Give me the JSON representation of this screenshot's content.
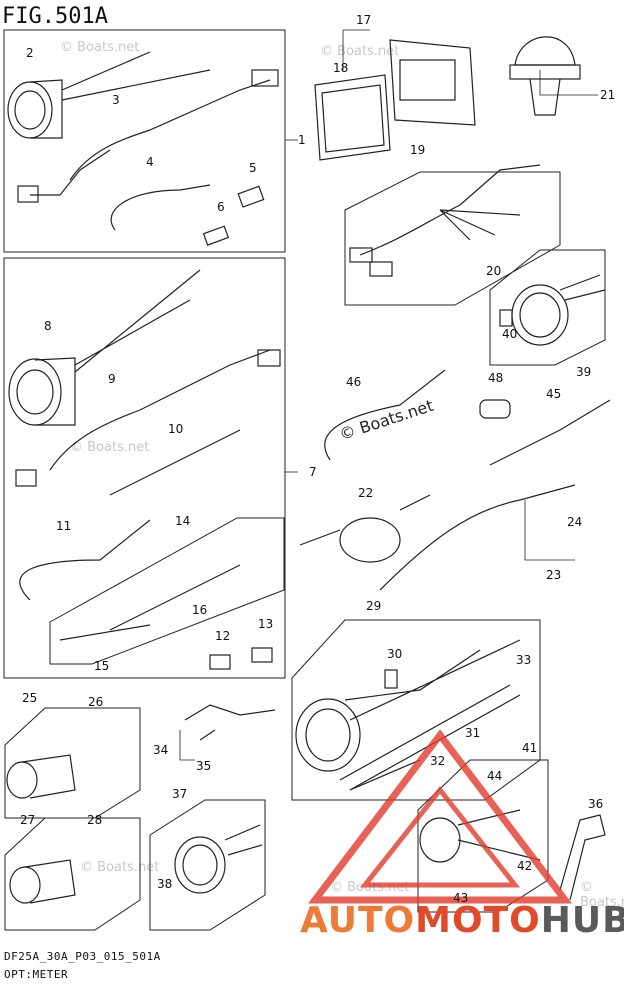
{
  "header": {
    "figure_title": "FIG.501A"
  },
  "footer": {
    "drawing_code": "DF25A_30A_P03_015_501A",
    "section": "OPT:METER"
  },
  "watermarks": {
    "small": "© Boats.net",
    "center": "© Boats.net"
  },
  "brand": {
    "part1": "AUTO",
    "part2": "MOTO",
    "part3": "HUB"
  },
  "callouts": {
    "c1": "1",
    "c2": "2",
    "c3": "3",
    "c4": "4",
    "c5": "5",
    "c6": "6",
    "c7": "7",
    "c8": "8",
    "c9": "9",
    "c10": "10",
    "c11": "11",
    "c12": "12",
    "c13": "13",
    "c14": "14",
    "c15": "15",
    "c16": "16",
    "c17": "17",
    "c18": "18",
    "c19": "19",
    "c20": "20",
    "c21": "21",
    "c22": "22",
    "c23": "23",
    "c24": "24",
    "c25": "25",
    "c26": "26",
    "c27": "27",
    "c28": "28",
    "c29": "29",
    "c30": "30",
    "c31": "31",
    "c32": "32",
    "c33": "33",
    "c34": "34",
    "c35": "35",
    "c36": "36",
    "c37": "37",
    "c38": "38",
    "c39": "39",
    "c40": "40",
    "c41": "41",
    "c42": "42",
    "c43": "43",
    "c44": "44",
    "c45": "45",
    "c46": "46",
    "c48": "48"
  },
  "colors": {
    "brand_orange": "#ee7a37",
    "brand_red": "#e04a2b",
    "brand_gray": "#5a5a5a",
    "triangle_red": "#e23b2a"
  }
}
